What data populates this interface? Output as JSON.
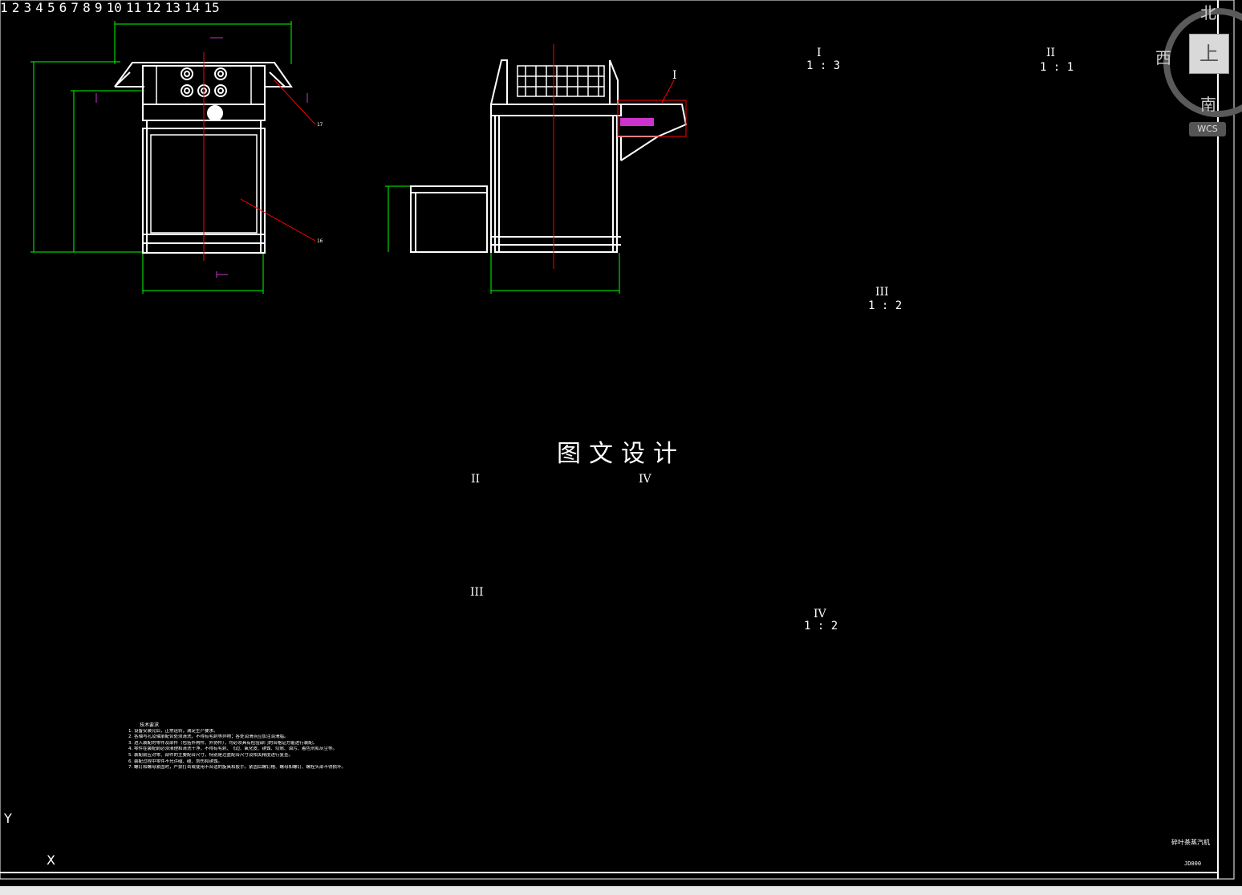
{
  "drawing": {
    "watermark": "图文设计",
    "section_labels": {
      "I": "I",
      "I_scale": "1 : 3",
      "II": "II",
      "II_scale": "1 : 1",
      "III": "III",
      "III_scale": "1 : 2",
      "IV": "IV",
      "IV_scale": "1 : 2",
      "sec_II_lead": "II",
      "sec_IV_lead": "IV",
      "sec_III_lead": "III",
      "side_I_lead": "I"
    },
    "balloons": [
      "1",
      "2",
      "3",
      "4",
      "5",
      "6",
      "7",
      "8",
      "9",
      "10",
      "11",
      "12",
      "13",
      "14",
      "15",
      "16",
      "17"
    ],
    "colors": {
      "outline": "#ffffff",
      "dim": "#00ff00",
      "leader": "#ff0000",
      "hatch": "#cc33cc",
      "frame": "#ffffff"
    }
  },
  "viewcube": {
    "north": "北",
    "south": "南",
    "west": "西",
    "face": "上",
    "wcs": "WCS"
  },
  "ucs": {
    "y": "Y",
    "x": "X"
  },
  "tech_notes": {
    "title": "技术要求",
    "lines": [
      "1. 设备安装完后，正常运转，满足生产要求。",
      "2. 各轴与孔及轴承配合处须清洗，不得有毛刺等异物；各处润滑点应加注润滑脂。",
      "3. 进入装配的零件及部件（包括外购件、外协件），均必须具有检验部门的合格证方能进行装配。",
      "4. 零件在装配前必须清理和清洗干净，不得有毛刺、飞边、氧化皮、锈蚀、切屑、油污、着色剂和灰尘等。",
      "5. 装配前应对零、部件的主要配合尺寸，特别是过盈配合尺寸及相关精度进行复查。",
      "6. 装配过程中零件不允许磕、碰、划伤和锈蚀。",
      "7. 螺钉和螺母紧固时，严禁打击或使用不合适的旋具和扳手。紧固后螺钉槽、螺母和螺钉、螺栓头部不得损坏。"
    ]
  },
  "title_block": {
    "drawing_name": "碎叶茶蒸汽机",
    "drawing_no": "JD000"
  }
}
